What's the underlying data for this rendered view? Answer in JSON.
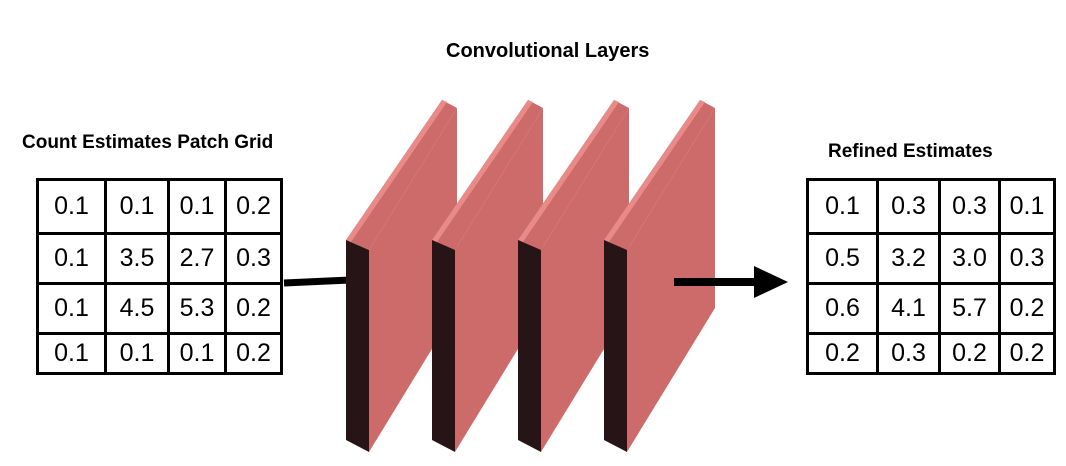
{
  "input_grid": {
    "title": "Count Estimates Patch Grid",
    "rows": [
      [
        "0.1",
        "0.1",
        "0.1",
        "0.2"
      ],
      [
        "0.1",
        "3.5",
        "2.7",
        "0.3"
      ],
      [
        "0.1",
        "4.5",
        "5.3",
        "0.2"
      ],
      [
        "0.1",
        "0.1",
        "0.1",
        "0.2"
      ]
    ]
  },
  "layers": {
    "title": "Convolutional Layers",
    "count": 4,
    "face_color": "#cd6a6a",
    "top_color": "#e88a88",
    "edge_color": "#261416"
  },
  "output_grid": {
    "title": "Refined Estimates",
    "rows": [
      [
        "0.1",
        "0.3",
        "0.3",
        "0.1"
      ],
      [
        "0.5",
        "3.2",
        "3.0",
        "0.3"
      ],
      [
        "0.6",
        "4.1",
        "5.7",
        "0.2"
      ],
      [
        "0.2",
        "0.3",
        "0.2",
        "0.2"
      ]
    ]
  }
}
